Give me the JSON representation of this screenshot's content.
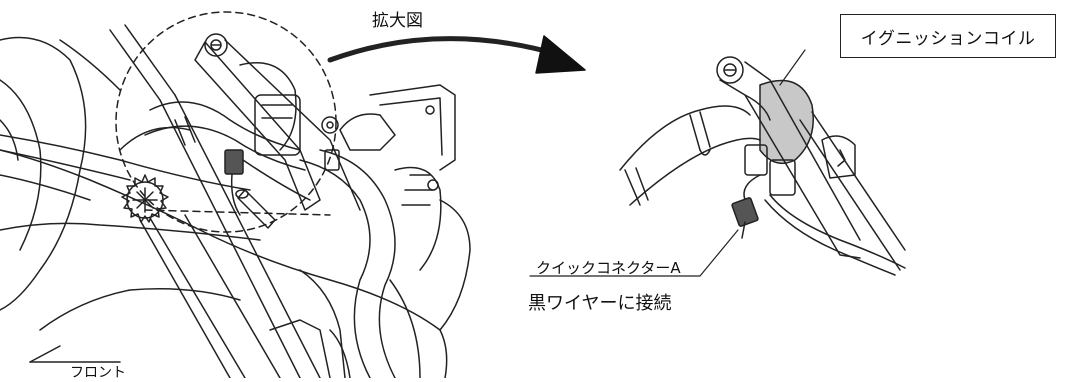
{
  "diagram": {
    "enlarged_view_label": "拡大図",
    "ignition_coil_label": "イグニッションコイル",
    "connector_label": "クイックコネクターA",
    "instruction": "黒ワイヤーに接続",
    "front_label": "フロント"
  },
  "colors": {
    "line": "#222222",
    "highlight_gray": "#c8c8c8",
    "background": "#ffffff"
  },
  "icons": [
    "arrow-icon",
    "bolt-icon",
    "gear-icon"
  ]
}
